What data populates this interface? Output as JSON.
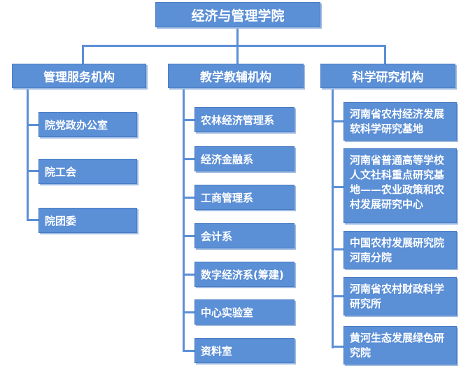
{
  "root": {
    "label": "经济与管理学院"
  },
  "branches": [
    {
      "label": "管理服务机构",
      "items": [
        "院党政办公室",
        "院工会",
        "院团委"
      ]
    },
    {
      "label": "教学教辅机构",
      "items": [
        "农林经济管理系",
        "经济金融系",
        "工商管理系",
        "会计系",
        "数字经济系(筹建)",
        "中心实验室",
        "资料室"
      ]
    },
    {
      "label": "科学研究机构",
      "items": [
        "河南省农村经济发展软科学研究基地",
        "河南省普通高等学校人文社科重点研究基地——农业政策和农村发展研究中心",
        "中国农村发展研究院河南分院",
        "河南省农村财政科学研究所",
        "黄河生态发展绿色研究院"
      ]
    }
  ],
  "colors": {
    "box_fill": "#5b8fd6",
    "box_border": "#4a7cc4",
    "connector": "#5b8fd6",
    "text": "#ffffff"
  }
}
